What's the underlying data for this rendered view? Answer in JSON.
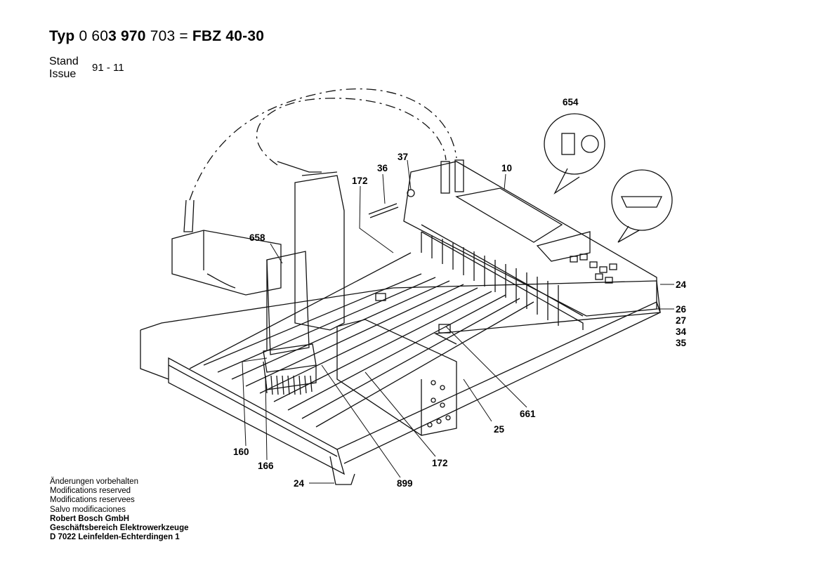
{
  "header": {
    "typ_label": "Typ",
    "number_part1": "0 60",
    "number_part2": "3 970",
    "number_part3": " 703 = ",
    "model": "FBZ 40-30",
    "stand_label": "Stand",
    "issue_label": "Issue",
    "stand_value": "91 - 11"
  },
  "callouts": [
    "654",
    "37",
    "36",
    "10",
    "172",
    "658",
    "24",
    "26",
    "27",
    "34",
    "35",
    "661",
    "25",
    "160",
    "166",
    "899",
    "172",
    "24"
  ],
  "footer": {
    "lines": [
      "Änderungen vorbehalten",
      "Modifications reserved",
      "Modifications reservees",
      "Salvo modificaciones"
    ],
    "company_lines": [
      "Robert Bosch GmbH",
      "Geschäftsbereich Elektrowerkzeuge",
      "D 7022 Leinfelden-Echterdingen 1"
    ]
  }
}
